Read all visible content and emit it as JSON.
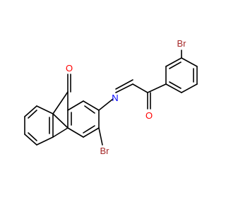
{
  "structure": {
    "atoms": {
      "br_top": {
        "symbol": "Br",
        "color": "#a52a2a"
      },
      "o_ketone": {
        "symbol": "O",
        "color": "#ff0000"
      },
      "n_imine": {
        "symbol": "N",
        "color": "#0000ff"
      },
      "o_fluorenone": {
        "symbol": "O",
        "color": "#ff0000"
      },
      "br_bottom": {
        "symbol": "Br",
        "color": "#a52a2a"
      }
    },
    "bond_color": "#000000"
  }
}
